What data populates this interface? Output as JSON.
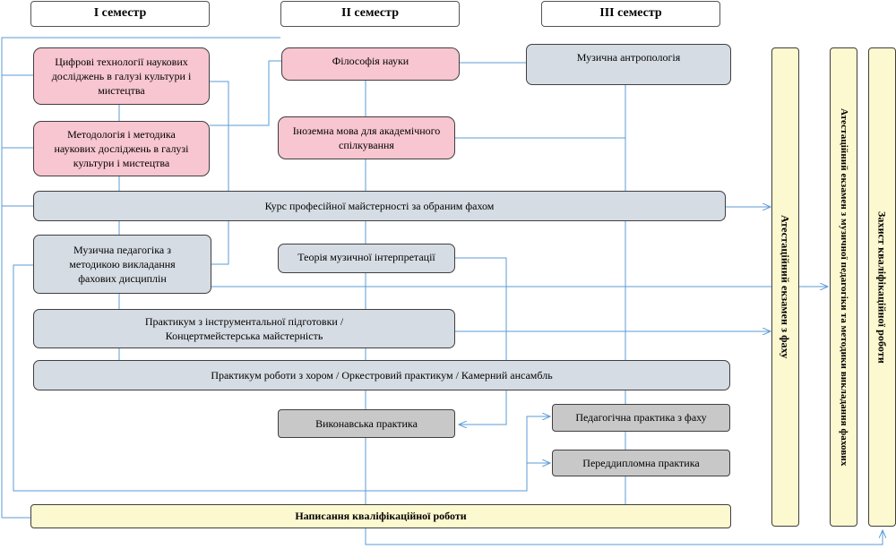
{
  "semesters": {
    "s1": "I семестр",
    "s2": "II семестр",
    "s3": "III семестр"
  },
  "courses": {
    "digital_tech": [
      "Цифрові технології наукових",
      "досліджень в галузі культури і",
      "мистецтва"
    ],
    "methodology": [
      "Методологія і методика",
      "наукових досліджень в галузі",
      "культури і мистецтва"
    ],
    "philosophy": "Філософія науки",
    "anthropology": "Музична антропологія",
    "foreign_lang": [
      "Іноземна мова для академічного",
      "спілкування"
    ],
    "prof_course": "Курс професійної майстерності за обраним фахом",
    "music_pedagogy": [
      "Музична педагогіка з",
      "методикою викладання",
      "фахових дисциплін"
    ],
    "interpretation_theory": "Теорія музичної інтерпретації",
    "instrumental_practicum": [
      "Практикум з інструментальної підготовки /",
      "Концертмейстерська майстерність"
    ],
    "choir_practicum": "Практикум роботи з хором / Оркестровий практикум / Камерний ансамбль",
    "performance_practice": "Виконавська практика",
    "pedagogical_practice": "Педагогічна практика з фаху",
    "prediploma_practice": "Переддипломна практика",
    "thesis_writing": "Написання кваліфікаційної роботи"
  },
  "final_stages": {
    "exam_specialty": "Атестаційний екзамен з фаху",
    "exam_pedagogy": "Атестаційний екзамен з музичної педагогіки та методики викладання фахових",
    "thesis_defense": "Захист кваліфікаційної роботи"
  },
  "colors": {
    "pink": "#f8c6d0",
    "grey_blue": "#d6dce4",
    "grey": "#c8c8c8",
    "yellow": "#fcf8cf",
    "connector": "#5b9bd5"
  }
}
